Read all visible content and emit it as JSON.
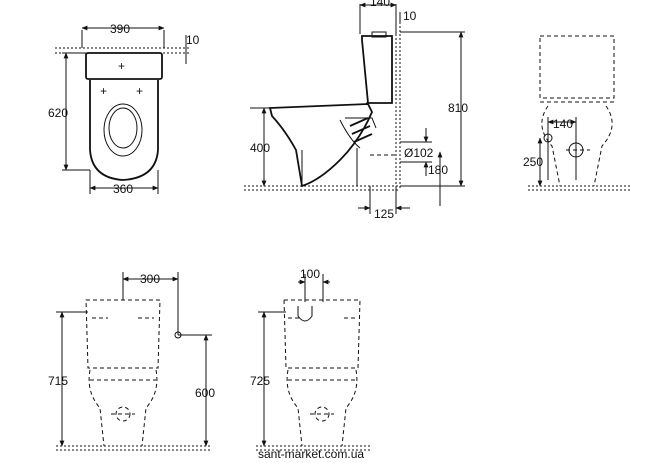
{
  "dimensions": {
    "top_width": "390",
    "top_offset": "10",
    "top_depth": "620",
    "top_bottom_width": "360",
    "side_tank_depth": "140",
    "side_tank_offset": "10",
    "side_bowl_height": "400",
    "side_total_height": "810",
    "side_outlet_diameter": "Ø102",
    "side_outlet_height": "180",
    "side_outlet_offset": "125",
    "rear_connection_spacing": "140",
    "rear_connection_height": "250",
    "front_left_spacing": "300",
    "front_left_height": "715",
    "front_left_supply_height": "600",
    "front_right_spacing": "100",
    "front_right_height": "725"
  },
  "watermark": "sant-market.com.ua"
}
